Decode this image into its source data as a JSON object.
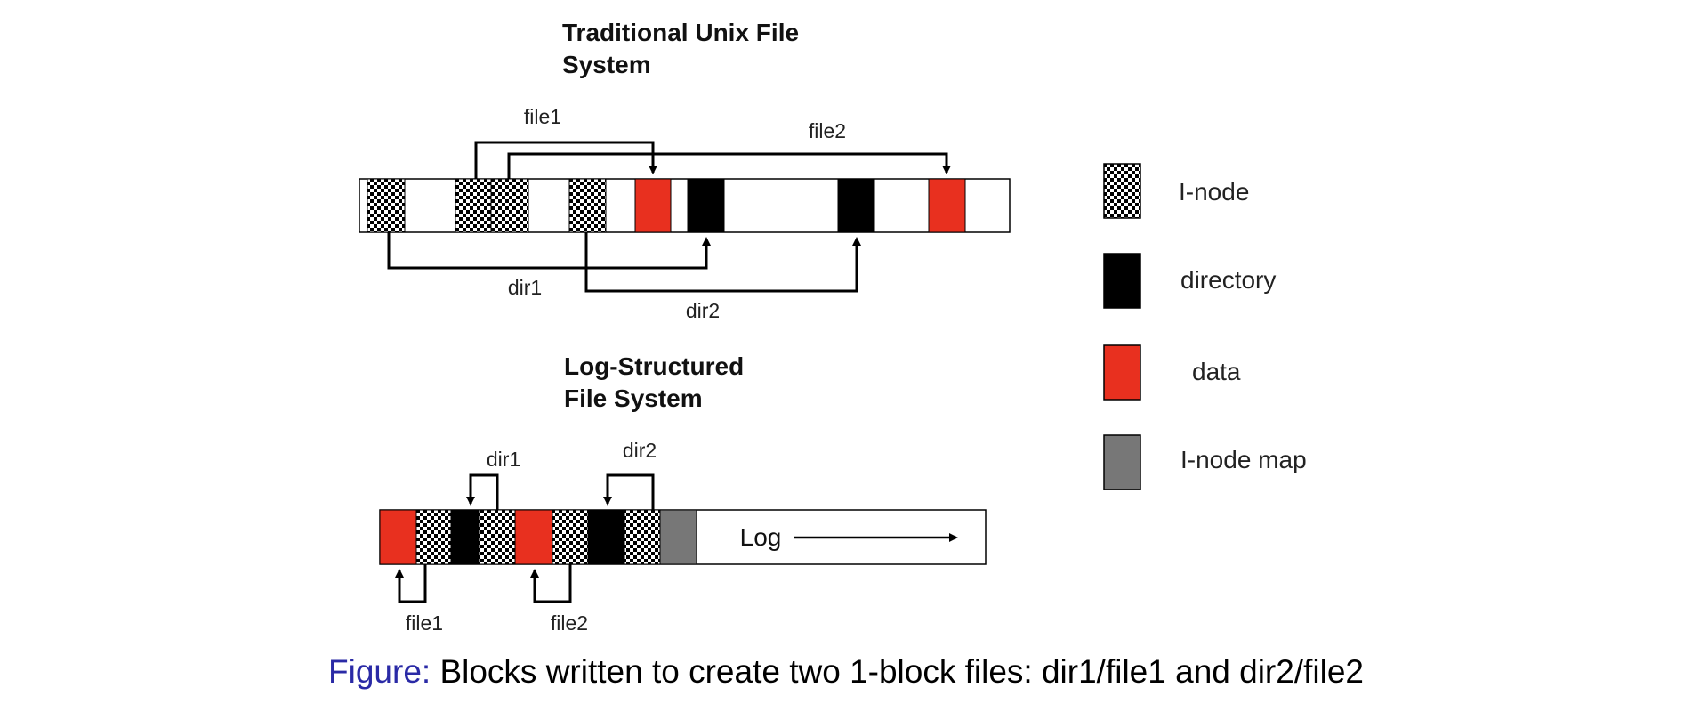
{
  "traditional": {
    "title_line1": "Traditional Unix File",
    "title_line2": "System",
    "labels": {
      "file1": "file1",
      "file2": "file2",
      "dir1": "dir1",
      "dir2": "dir2"
    }
  },
  "lfs": {
    "title_line1": "Log-Structured",
    "title_line2": "File System",
    "labels": {
      "dir1": "dir1",
      "dir2": "dir2",
      "file1": "file1",
      "file2": "file2",
      "log": "Log"
    }
  },
  "legend": {
    "items": [
      {
        "label": "I-node",
        "pattern": "checker"
      },
      {
        "label": "directory",
        "color": "#000000"
      },
      {
        "label": "data",
        "color": "#e8301f"
      },
      {
        "label": "I-node map",
        "color": "#777777"
      }
    ]
  },
  "caption": {
    "prefix": "Figure:",
    "text": " Blocks written to create two 1-block files: dir1/file1 and dir2/file2"
  },
  "colors": {
    "data": "#e8301f",
    "directory": "#000000",
    "inode_map": "#777777",
    "caption_prefix": "#2a2aa6"
  }
}
